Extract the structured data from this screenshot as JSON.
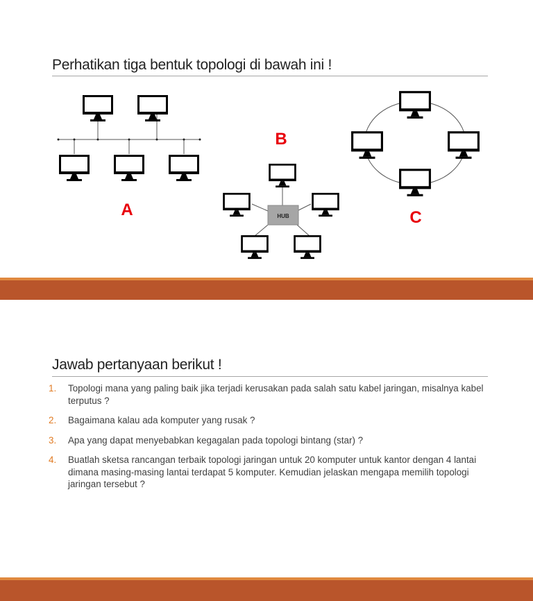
{
  "slide1": {
    "title": "Perhatikan tiga bentuk topologi di bawah ini !",
    "labels": {
      "a": "A",
      "b": "B",
      "c": "C"
    },
    "hub_label": "HUB",
    "label_color": "#e8000b"
  },
  "slide2": {
    "title": "Jawab pertanyaan berikut !",
    "questions": [
      {
        "num": "1.",
        "text": "Topologi mana yang paling baik jika terjadi kerusakan pada salah satu kabel jaringan, misalnya kabel terputus ?"
      },
      {
        "num": "2.",
        "text": "Bagaimana kalau ada komputer yang rusak ?"
      },
      {
        "num": "3.",
        "text": "Apa yang dapat menyebabkan kegagalan pada topologi bintang (star) ?"
      },
      {
        "num": "4.",
        "text": "Buatlah sketsa rancangan terbaik topologi jaringan untuk 20 komputer untuk kantor dengan 4 lantai dimana masing-masing lantai terdapat 5 komputer. Kemudian jelaskan mengapa memilih topologi jaringan tersebut ?"
      }
    ]
  },
  "colors": {
    "band": "#b9552b",
    "band_accent": "#e0893f",
    "number": "#e07b24"
  }
}
